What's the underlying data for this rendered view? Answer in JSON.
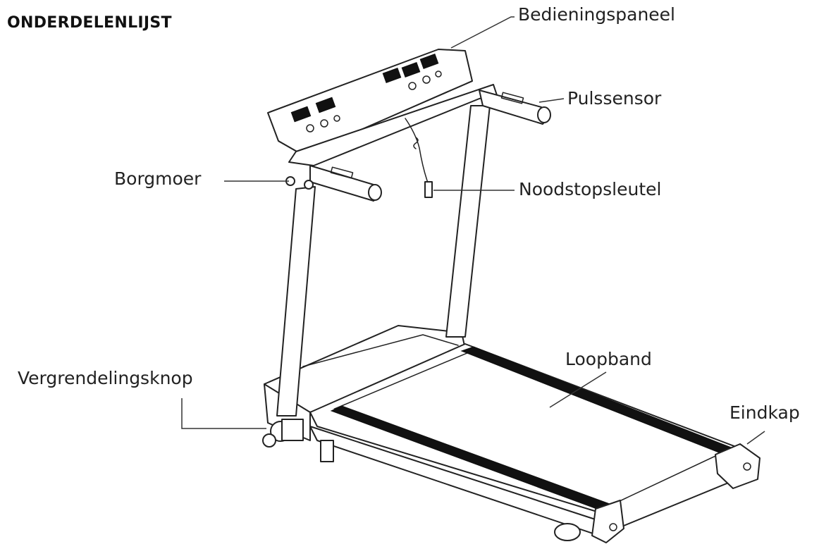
{
  "title": "ONDERDELENLIJST",
  "labels": {
    "console": "Bedieningspaneel",
    "pulse": "Pulssensor",
    "locknut": "Borgmoer",
    "safetykey": "Noodstopsleutel",
    "belt": "Loopband",
    "lockknob": "Vergrendelingsknop",
    "endcap": "Eindkap"
  },
  "colors": {
    "line": "#222222",
    "belt": "#111111",
    "background": "#ffffff"
  }
}
